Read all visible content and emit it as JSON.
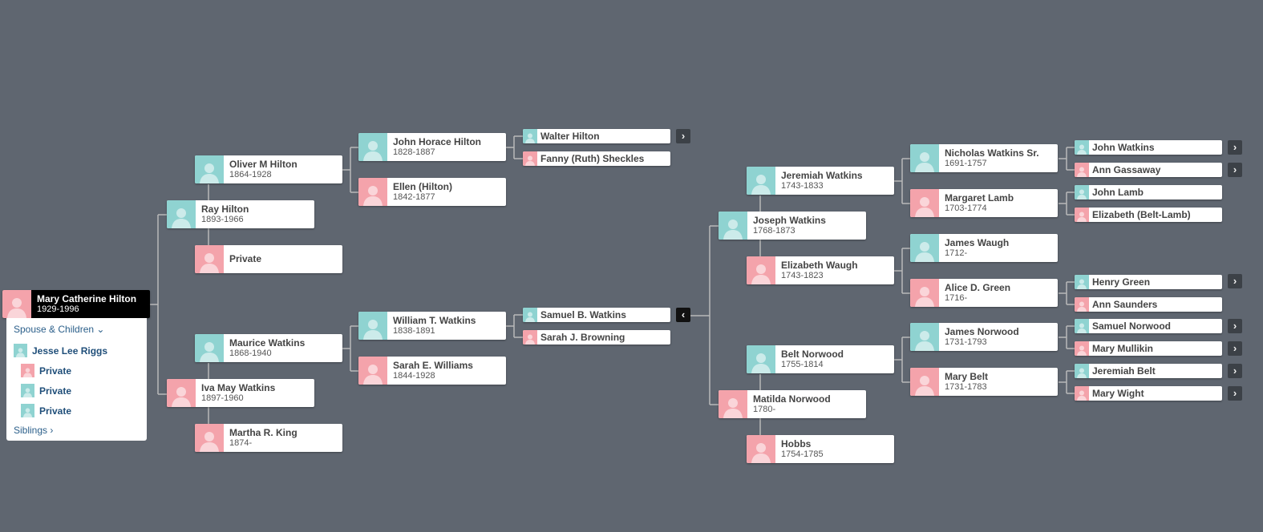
{
  "people": {
    "root": {
      "name": "Mary Catherine Hilton",
      "dates": "1929-1996"
    },
    "ray": {
      "name": "Ray Hilton",
      "dates": "1893-1966"
    },
    "oliver": {
      "name": "Oliver M Hilton",
      "dates": "1864-1928"
    },
    "private_mother": {
      "name": "Private",
      "dates": ""
    },
    "john_horace": {
      "name": "John Horace Hilton",
      "dates": "1828-1887"
    },
    "ellen": {
      "name": "Ellen (Hilton)",
      "dates": "1842-1877"
    },
    "walter": {
      "name": "Walter Hilton"
    },
    "fanny": {
      "name": "Fanny (Ruth) Sheckles"
    },
    "iva": {
      "name": "Iva May Watkins",
      "dates": "1897-1960"
    },
    "maurice": {
      "name": "Maurice Watkins",
      "dates": "1868-1940"
    },
    "martha": {
      "name": "Martha R. King",
      "dates": "1874-"
    },
    "william": {
      "name": "William T. Watkins",
      "dates": "1838-1891"
    },
    "sarah_w": {
      "name": "Sarah E. Williams",
      "dates": "1844-1928"
    },
    "samuel_b": {
      "name": "Samuel B. Watkins"
    },
    "sarah_j": {
      "name": "Sarah J. Browning"
    },
    "joseph": {
      "name": "Joseph Watkins",
      "dates": "1768-1873"
    },
    "jeremiah": {
      "name": "Jeremiah Watkins",
      "dates": "1743-1833"
    },
    "elizabeth_w": {
      "name": "Elizabeth Waugh",
      "dates": "1743-1823"
    },
    "matilda": {
      "name": "Matilda Norwood",
      "dates": "1780-"
    },
    "belt": {
      "name": "Belt Norwood",
      "dates": "1755-1814"
    },
    "hobbs": {
      "name": "Hobbs",
      "dates": "1754-1785"
    },
    "nicholas": {
      "name": "Nicholas Watkins Sr.",
      "dates": "1691-1757"
    },
    "margaret": {
      "name": "Margaret Lamb",
      "dates": "1703-1774"
    },
    "james_waugh": {
      "name": "James Waugh",
      "dates": "1712-"
    },
    "alice": {
      "name": "Alice D. Green",
      "dates": "1716-"
    },
    "james_norwood": {
      "name": "James Norwood",
      "dates": "1731-1793"
    },
    "mary_belt": {
      "name": "Mary Belt",
      "dates": "1731-1783"
    },
    "john_watkins": {
      "name": "John Watkins"
    },
    "ann_gassaway": {
      "name": "Ann Gassaway"
    },
    "john_lamb": {
      "name": "John Lamb"
    },
    "elizabeth_bl": {
      "name": "Elizabeth (Belt-Lamb)"
    },
    "henry": {
      "name": "Henry Green"
    },
    "ann_saunders": {
      "name": "Ann Saunders"
    },
    "samuel_norwood": {
      "name": "Samuel Norwood"
    },
    "mary_mullikin": {
      "name": "Mary Mullikin"
    },
    "jeremiah_belt": {
      "name": "Jeremiah Belt"
    },
    "mary_wight": {
      "name": "Mary Wight"
    }
  },
  "panel": {
    "header": "Spouse & Children",
    "spouse": "Jesse Lee Riggs",
    "children": [
      "Private",
      "Private",
      "Private"
    ],
    "siblings": "Siblings"
  },
  "icons": {
    "expand": "chevron-right-icon",
    "collapse": "chevron-left-icon",
    "dropdown": "chevron-down-icon"
  },
  "colors": {
    "male": "#8fd3d1",
    "female": "#f4a3ab",
    "background": "#5f6670"
  }
}
